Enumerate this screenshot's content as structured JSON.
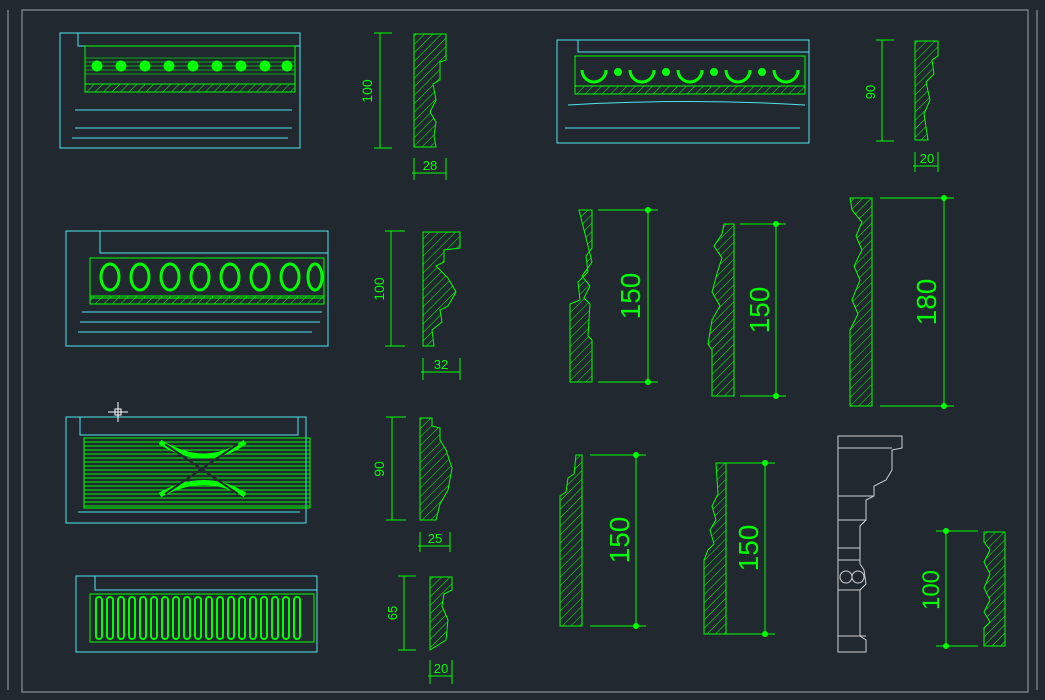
{
  "app": {
    "title": "CAD model space — decorative moulding profiles"
  },
  "colors": {
    "background": "#212830",
    "outline": "#4fe3ee",
    "fill": "#00ff00",
    "dim": "#00ff00",
    "frame": "#9aa3ab",
    "plain_profile": "#d0d0d0"
  },
  "dimensions": {
    "m1_height": "100",
    "m1_depth": "28",
    "m2_height": "100",
    "m2_depth": "32",
    "m3_height": "90",
    "m3_depth": "25",
    "m4_height": "65",
    "m4_depth": "20",
    "m5_height": "90",
    "m5_depth": "20",
    "p1_height": "150",
    "p2_height": "150",
    "p3_height": "180",
    "p4_height": "150",
    "p5_height": "150",
    "p6_height": "100"
  },
  "cursor": {
    "type": "crosshair-pickbox"
  }
}
